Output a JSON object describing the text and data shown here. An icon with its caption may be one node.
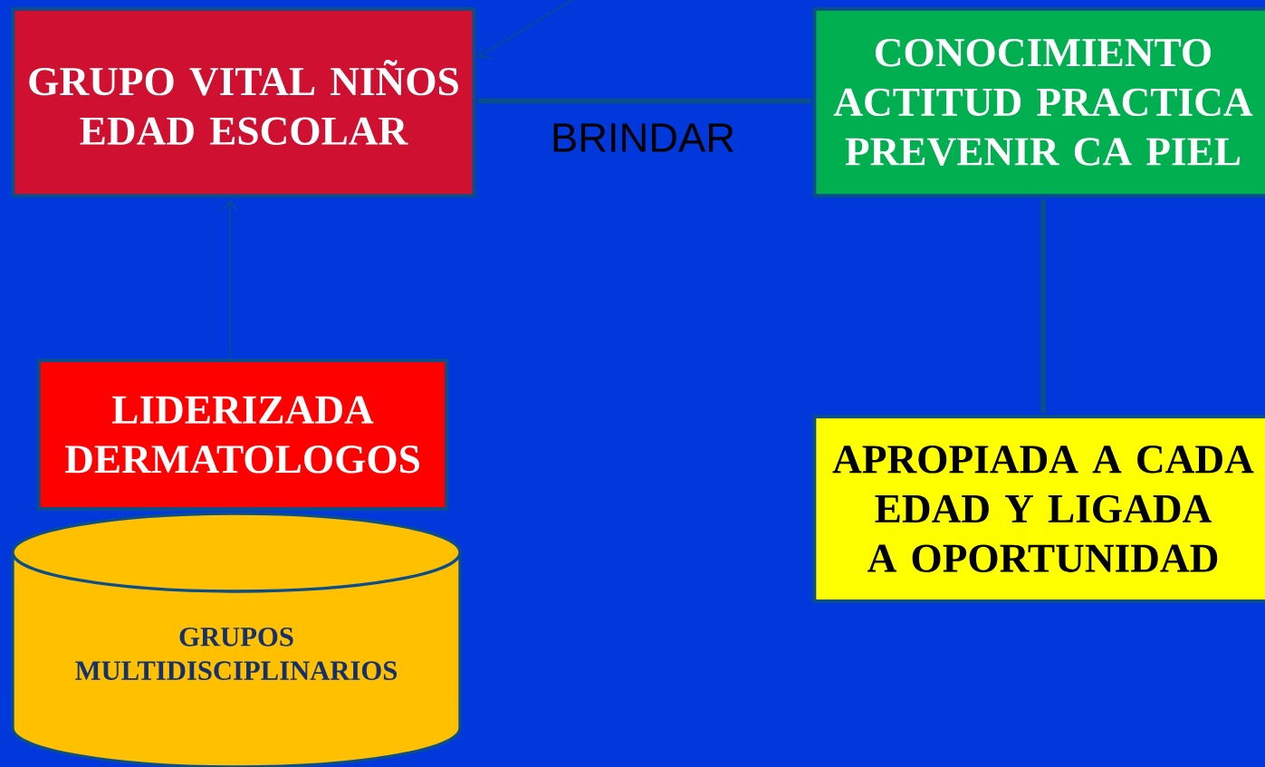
{
  "diagram": {
    "nodes": [
      {
        "text": [
          "GRUPO VITAL NIÑOS EDAD ESCOLAR"
        ]
      },
      {
        "text": [
          "CONOCIMIENTO ACTITUD PRACTICA PREVENIR CA PIEL"
        ]
      },
      {
        "text": [
          "LIDERIZADA DERMATOLOGOS"
        ]
      },
      {
        "text": [
          "GRUPOS MULTIDISCIPLINARIOS"
        ]
      },
      {
        "text": [
          "APROPIADA A CADA EDAD Y LIGADA A OPORTUNIDAD"
        ]
      }
    ],
    "edges": [
      {
        "from": null,
        "to": 0,
        "arrow": "to"
      },
      {
        "from": 2,
        "to": 0,
        "arrow": "to"
      },
      {
        "from": 0,
        "to": 1,
        "arrow": "none",
        "label": "BRINDAR",
        "style": "thick"
      },
      {
        "from": 1,
        "to": 4,
        "arrow": "none",
        "style": "thick"
      }
    ]
  }
}
